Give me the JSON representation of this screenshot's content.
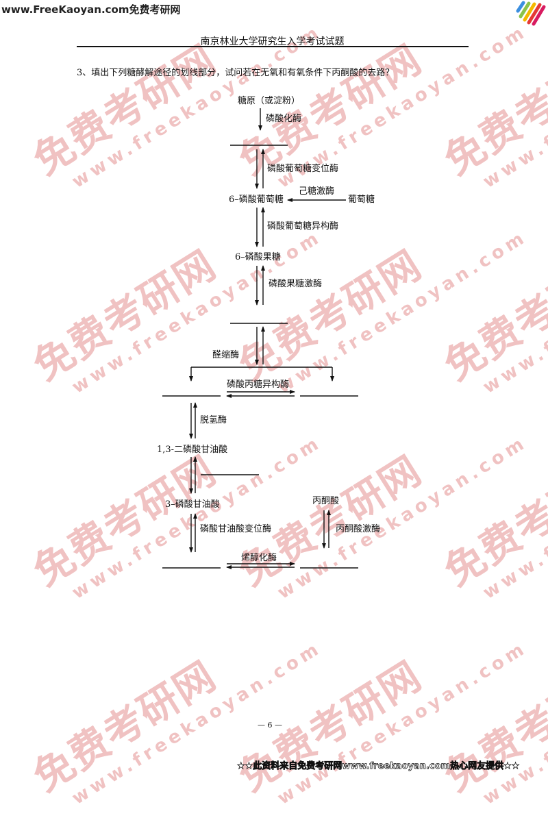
{
  "site_header": "www.FreeKaoyan.com免费考研网",
  "watermark": {
    "cn": "免费考研网",
    "url": "www.freekaoyan.com"
  },
  "page_title": "南京林业大学研究生入学考试试题",
  "question": "3、填出下列糖酵解途径的划线部分，试问若在无氧和有氧条件下丙酮酸的去路？",
  "diagram": {
    "glycogen": "糖原（或淀粉）",
    "phosphorylase": "磷酸化酶",
    "phosphoglucomutase": "磷酸葡萄糖变位酶",
    "g6p": "6–磷酸葡萄糖",
    "hexokinase": "己糖激酶",
    "glucose": "葡萄糖",
    "gpi": "磷酸葡萄糖异构酶",
    "f6p": "6–磷酸果糖",
    "pfk": "磷酸果糖激酶",
    "aldolase": "醛缩酶",
    "tpi": "磷酸丙糖异构酶",
    "dehydrogenase": "脱氢酶",
    "bpg": "1,3-二磷酸甘油酸",
    "pg3": "3–磷酸甘油酸",
    "pgm": "磷酸甘油酸变位酶",
    "pyruvate": "丙酮酸",
    "pyruvate_kinase": "丙酮酸激酶",
    "enolase": "烯醇化酶"
  },
  "page_number": "— 6 —",
  "footer": "★★此资料来自免费考研网www.freekaoyan.com热心网友提供★★"
}
